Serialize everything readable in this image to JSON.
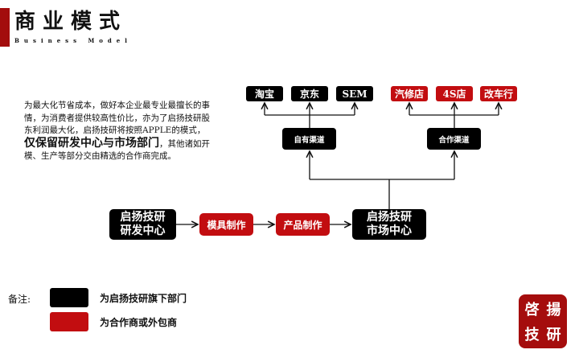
{
  "header": {
    "title": "商业模式",
    "subtitle": "Business Model"
  },
  "description": {
    "text_before": "为最大化节省成本，做好本企业最专业最擅长的事情，为消费者提供较高性价比，亦为了启扬技研股东利润最大化，启扬技研将按照APPLE的模式，",
    "text_bold": "仅保留研发中心与市场部门",
    "text_after": "，其他诸如开模、生产等部分交由精选的合作商完成。"
  },
  "diagram": {
    "rd_center": {
      "line1": "启扬技研",
      "line2": "研发中心"
    },
    "mold": "模具制作",
    "product": "产品制作",
    "market_center": {
      "line1": "启扬技研",
      "line2": "市场中心"
    },
    "own_channel": "自有渠道",
    "partner_channel": "合作渠道",
    "own_outlets": [
      "淘宝",
      "京东",
      "SEM"
    ],
    "partner_outlets": [
      "汽修店",
      "4S店",
      "改车行"
    ]
  },
  "legend": {
    "label": "备注:",
    "items": [
      {
        "text": "为启扬技研旗下部门",
        "color": "#000000"
      },
      {
        "text": "为合作商或外包商",
        "color": "#c20d10"
      }
    ]
  },
  "logo": {
    "chars": [
      "啓",
      "揚",
      "技",
      "研"
    ],
    "color": "#a50d0d"
  }
}
